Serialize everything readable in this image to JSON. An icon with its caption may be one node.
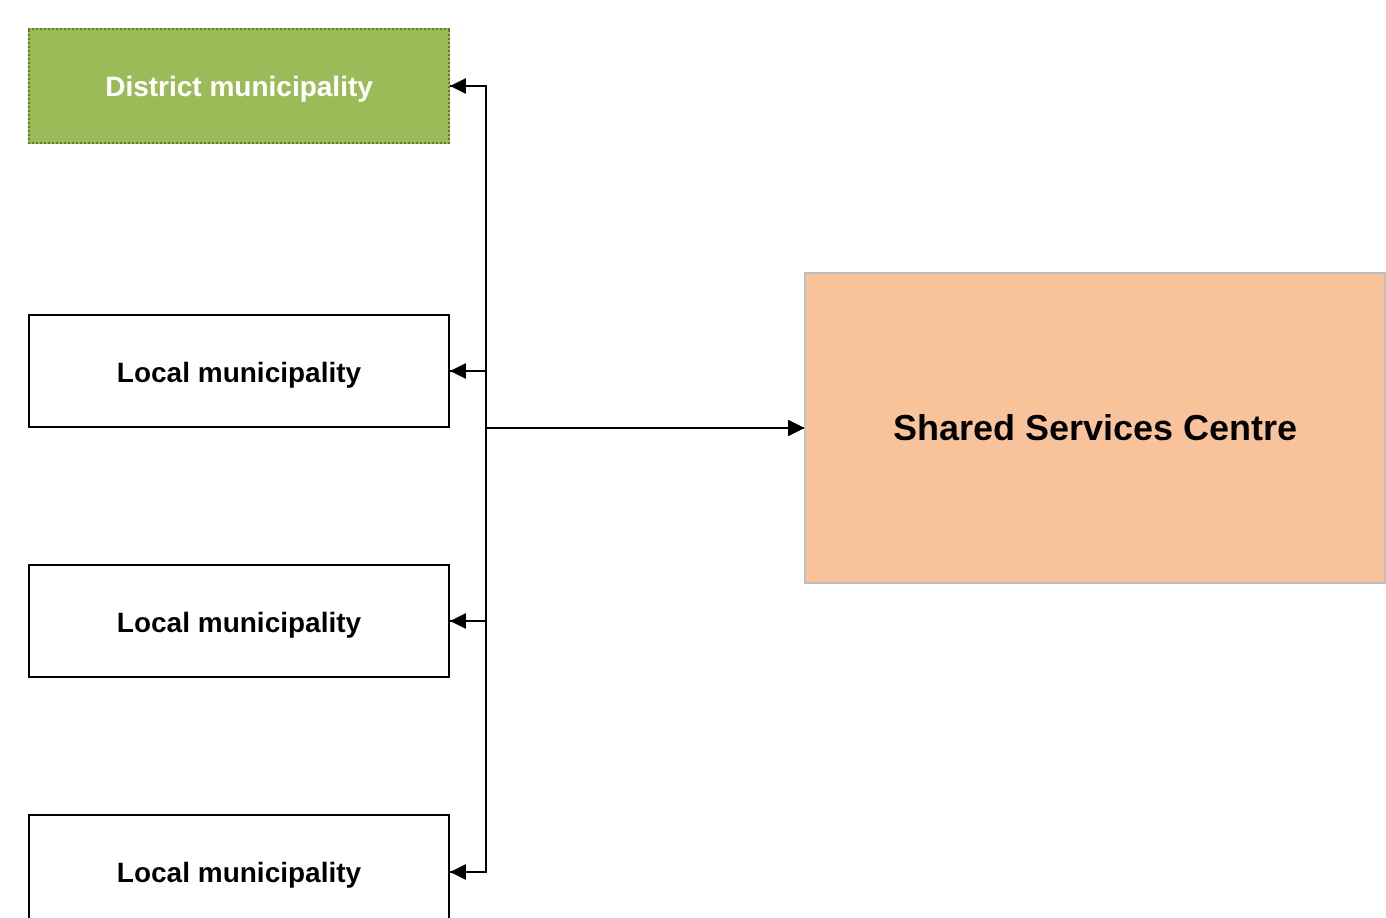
{
  "diagram": {
    "nodes": [
      {
        "text": [
          "District municipality"
        ]
      },
      {
        "text": [
          "Local municipality"
        ]
      },
      {
        "text": [
          "Local municipality"
        ]
      },
      {
        "text": [
          "Local municipality"
        ]
      },
      {
        "text": [
          "Shared Services Centre"
        ]
      }
    ],
    "edges": [
      {
        "from": 0,
        "to": 4,
        "arrow": "both"
      },
      {
        "from": 1,
        "to": 4,
        "arrow": "both"
      },
      {
        "from": 2,
        "to": 4,
        "arrow": "both"
      },
      {
        "from": 3,
        "to": 4,
        "arrow": "both"
      }
    ]
  }
}
